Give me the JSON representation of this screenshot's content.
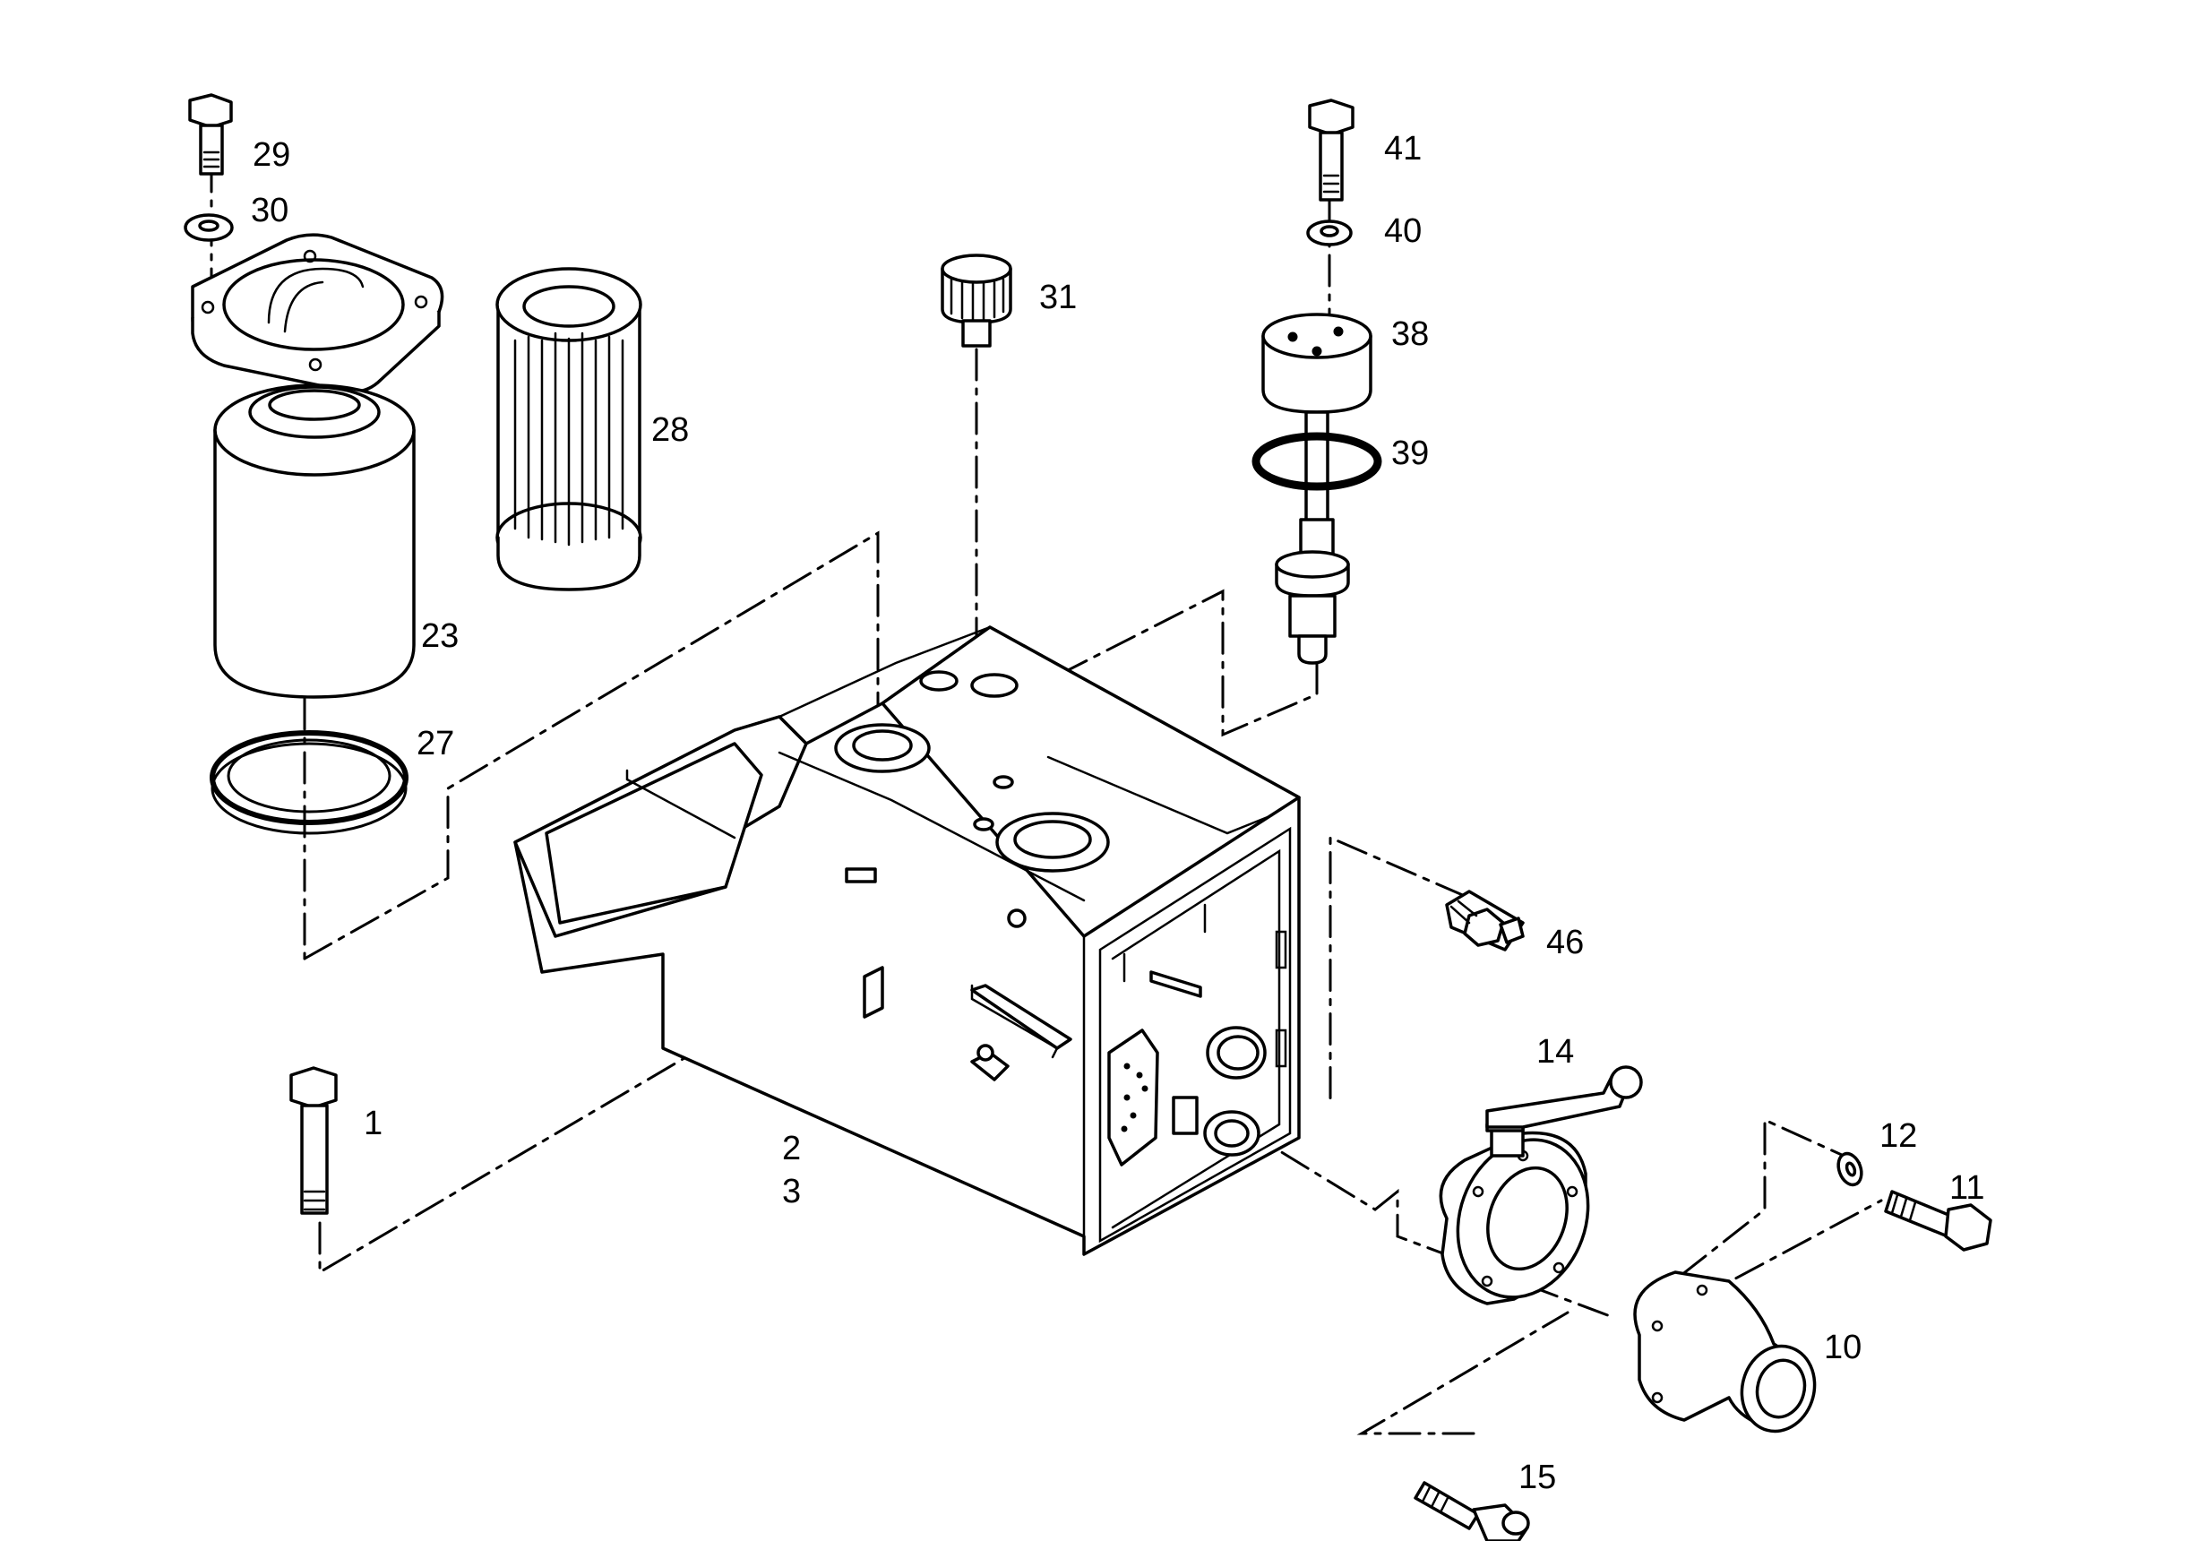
{
  "callouts": {
    "n1": "1",
    "n2": "2",
    "n3": "3",
    "n10": "10",
    "n11": "11",
    "n12": "12",
    "n14": "14",
    "n15": "15",
    "n23": "23",
    "n27": "27",
    "n28": "28",
    "n29": "29",
    "n30": "30",
    "n31": "31",
    "n38": "38",
    "n39": "39",
    "n40": "40",
    "n41": "41",
    "n46": "46"
  }
}
